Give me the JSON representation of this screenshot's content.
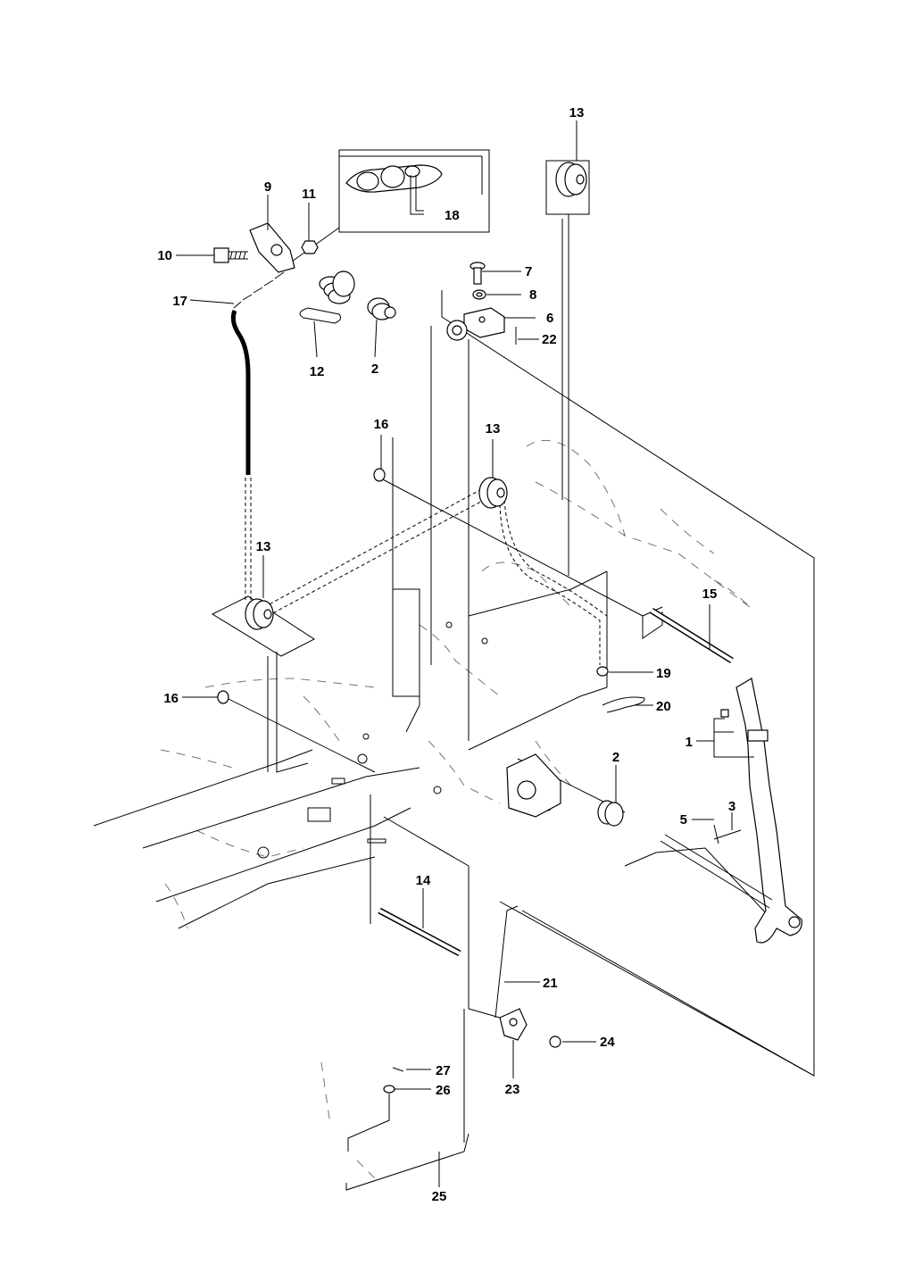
{
  "labels": {
    "l1": "1",
    "l2a": "2",
    "l2b": "2",
    "l3": "3",
    "l5": "5",
    "l6": "6",
    "l7": "7",
    "l8": "8",
    "l9": "9",
    "l10": "10",
    "l11": "11",
    "l12": "12",
    "l13a": "13",
    "l13b": "13",
    "l13c": "13",
    "l14": "14",
    "l15": "15",
    "l16a": "16",
    "l16b": "16",
    "l17": "17",
    "l18": "18",
    "l19": "19",
    "l20": "20",
    "l21": "21",
    "l22": "22",
    "l23": "23",
    "l24": "24",
    "l25": "25",
    "l26": "26",
    "l27": "27"
  }
}
